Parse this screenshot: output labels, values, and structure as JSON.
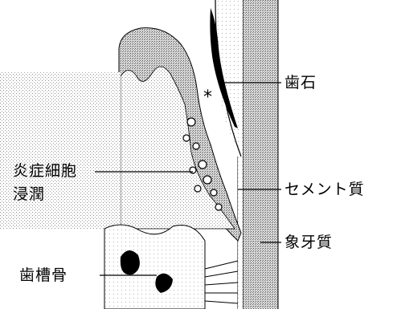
{
  "labels": {
    "calculus": "歯石",
    "inflammatory_infiltrate_line1": "炎症細胞",
    "inflammatory_infiltrate_line2": "浸潤",
    "cementum": "セメント質",
    "dentin": "象牙質",
    "alveolar_bone": "歯槽骨"
  },
  "marker": "*",
  "colors": {
    "line": "#000000",
    "tissue_stipple": "#9a9a9a",
    "calculus_fill": "#000000"
  }
}
